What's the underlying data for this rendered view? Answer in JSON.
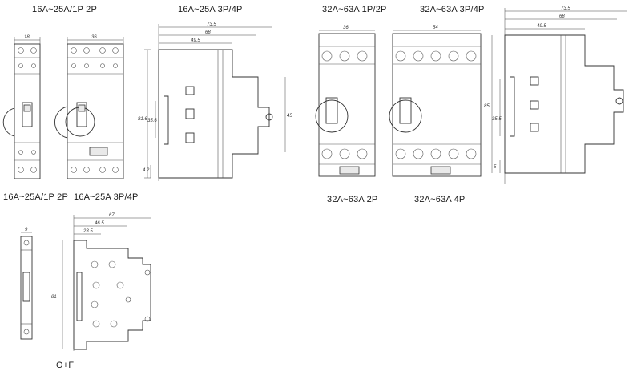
{
  "titles": {
    "top_left": "16A~25A/1P 2P",
    "top_mid": "16A~25A 3P/4P",
    "top_right_a": "32A~63A 1P/2P",
    "top_right_b": "32A~63A 3P/4P"
  },
  "captions": {
    "left_a": "16A~25A/1P 2P",
    "left_b": "16A~25A 3P/4P",
    "right_a": "32A~63A 2P",
    "right_b": "32A~63A 4P",
    "bottom": "O+F"
  },
  "dimensions": {
    "w18": "18",
    "w36a": "36",
    "side1_total": "73.5",
    "side1_68": "68",
    "side1_495": "49.5",
    "side1_h816": "81.6",
    "side1_h356": "35.6",
    "side1_h45": "45",
    "side1_h42": "4.2",
    "w36b": "36",
    "w54": "54",
    "side2_total": "73.5",
    "side2_68": "68",
    "side2_495": "49.5",
    "side2_h85": "85",
    "side2_h355": "35.5",
    "side2_h5": "5",
    "aux_w9": "9",
    "aux_total": "67",
    "aux_465": "46.5",
    "aux_235": "23.5",
    "aux_h81": "81"
  }
}
